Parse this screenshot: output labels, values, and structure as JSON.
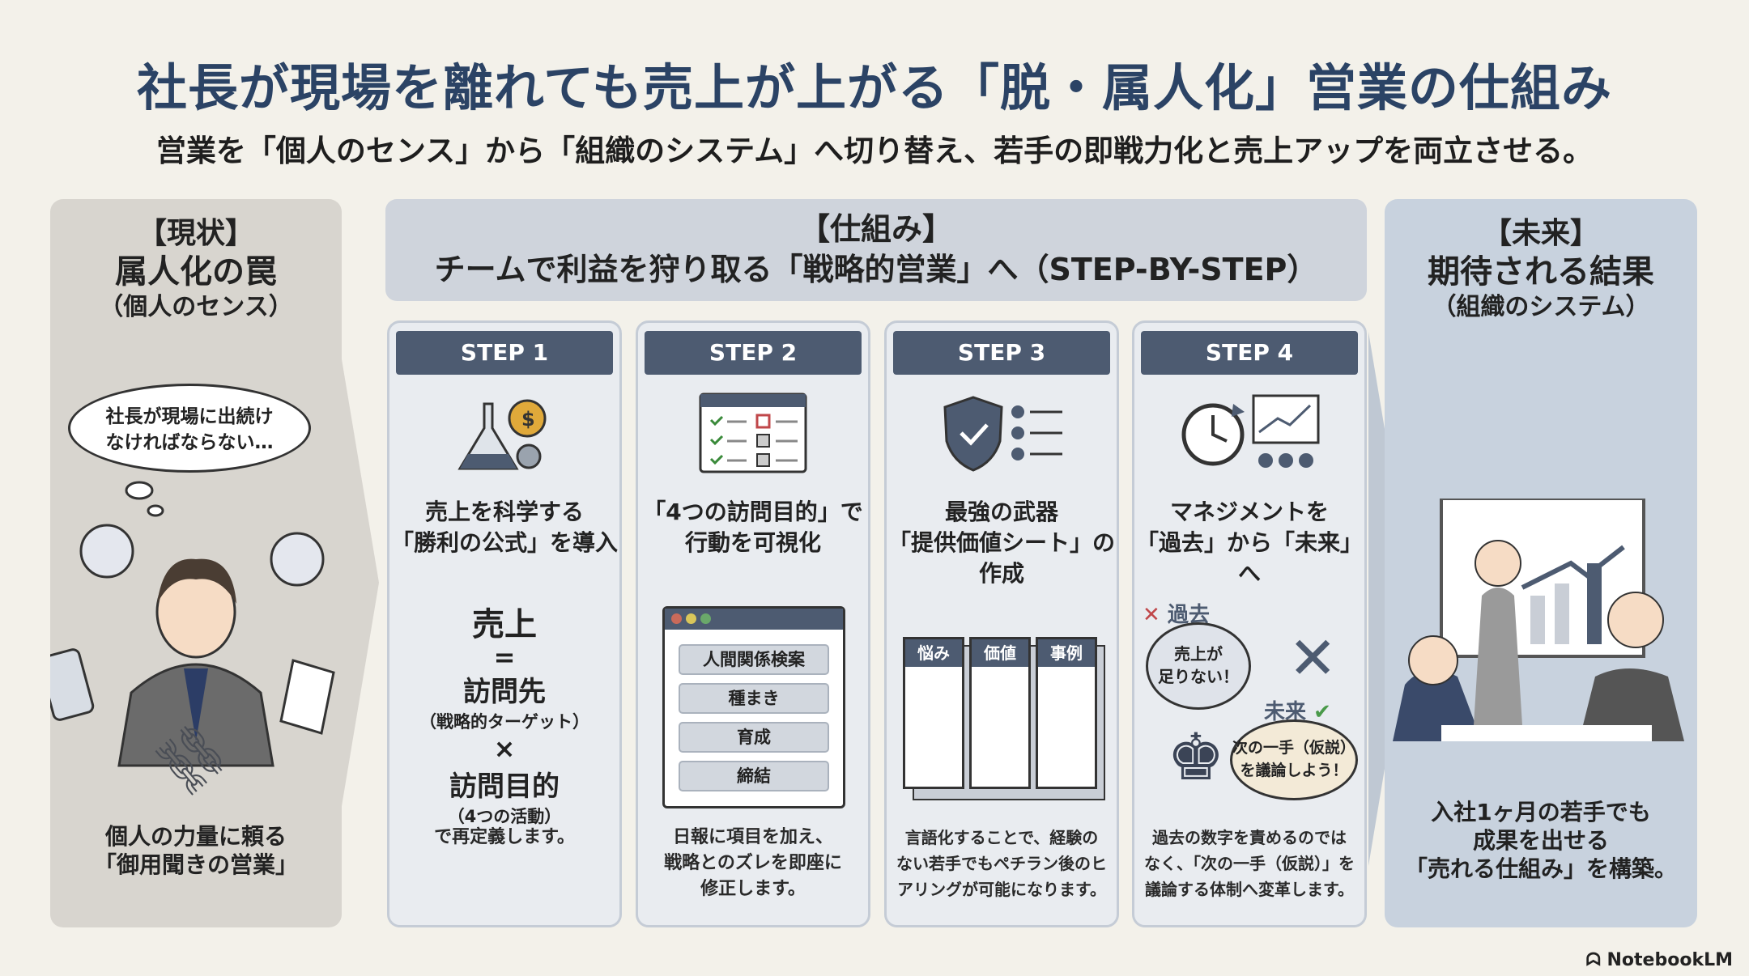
{
  "header": {
    "title": "社長が現場を離れても売上が上がる「脱・属人化」営業の仕組み",
    "subtitle": "営業を「個人のセンス」から「組織のシステム」へ切り替え、若手の即戦力化と売上アップを両立させる。"
  },
  "left": {
    "label": "【現状】",
    "title": "属人化の罠",
    "sub": "（個人のセンス）",
    "thought": [
      "社長が現場に出続け",
      "なければならない…"
    ],
    "caption": [
      "個人の力量に頼る",
      "「御用聞きの営業」"
    ]
  },
  "middle": {
    "label": "【仕組み】",
    "title": "チームで利益を狩り取る「戦略的営業」へ（STEP-BY-STEP）",
    "steps": [
      {
        "step": "STEP 1",
        "title": [
          "売上を科学する",
          "「勝利の公式」を導入"
        ],
        "formula": {
          "a": "売上",
          "eq": "=",
          "b": "訪問先",
          "b_sub": "（戦略的ターゲット）",
          "x": "×",
          "c": "訪問目的",
          "c_sub": "（4つの活動）"
        },
        "desc": [
          "で再定義します。"
        ]
      },
      {
        "step": "STEP 2",
        "title": [
          "「4つの訪問目的」で",
          "行動を可視化"
        ],
        "buttons": [
          "人間関係検案",
          "種まき",
          "育成",
          "締結"
        ],
        "desc": [
          "日報に項目を加え、",
          "戦略とのズレを即座に",
          "修正します。"
        ]
      },
      {
        "step": "STEP 3",
        "title": [
          "最強の武器",
          "「提供価値シート」の",
          "作成"
        ],
        "columns": [
          "悩み",
          "価値",
          "事例"
        ],
        "desc": [
          "言語化することで、経験の",
          "ない若手でもペチラン後のヒ",
          "アリングが可能になります。"
        ]
      },
      {
        "step": "STEP 4",
        "title": [
          "マネジメントを",
          "「過去」から「未来」へ"
        ],
        "past_label": "過去",
        "past_bubble": [
          "売上が",
          "足りない！"
        ],
        "future_label": "未来",
        "future_bubble": [
          "次の一手（仮説）",
          "を議論しよう！"
        ],
        "desc": [
          "過去の数字を責めるのでは",
          "なく、「次の一手（仮説）」を",
          "議論する体制へ変革します。"
        ]
      }
    ]
  },
  "right": {
    "label": "【未来】",
    "title": "期待される結果",
    "sub": "（組織のシステム）",
    "caption": [
      "入社1ヶ月の若手でも",
      "成果を出せる",
      "「売れる仕組み」を構築。"
    ]
  },
  "footer": {
    "brand": "NotebookLM"
  },
  "colors": {
    "navy": "#2b4365",
    "step": "#4d5b71",
    "red": "#c0474a",
    "green": "#4a9a4a"
  }
}
